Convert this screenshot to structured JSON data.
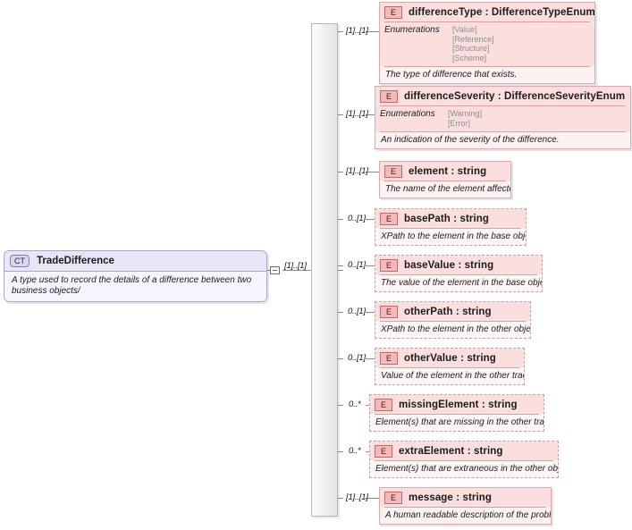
{
  "diagram": {
    "kind": "xsd-schema-diagram",
    "root": {
      "icon_label": "CT",
      "icon_name": "complex-type-icon",
      "name": "TradeDifference",
      "documentation": "A type used to record the details of a difference between two business objects/",
      "cardinality": "[1]..[1]"
    },
    "compositor": {
      "type": "sequence",
      "icon_name": "sequence-compositor-icon"
    },
    "children": [
      {
        "icon_label": "E",
        "name": "differenceType : DifferenceTypeEnum",
        "cardinality": "[1]..[1]",
        "optional": false,
        "enumerations_label": "Enumerations",
        "enumerations": [
          "[Value]",
          "[Reference]",
          "[Structure]",
          "[Scheme]"
        ],
        "documentation": "The type of difference that exists."
      },
      {
        "icon_label": "E",
        "name": "differenceSeverity : DifferenceSeverityEnum",
        "cardinality": "[1]..[1]",
        "optional": false,
        "enumerations_label": "Enumerations",
        "enumerations": [
          "[Warning]",
          "[Error]"
        ],
        "documentation": "An indication of the severity of the difference."
      },
      {
        "icon_label": "E",
        "name": "element  : string",
        "cardinality": "[1]..[1]",
        "optional": false,
        "enumerations": [],
        "documentation": "The name of the element affected."
      },
      {
        "icon_label": "E",
        "name": "basePath : string",
        "cardinality": "0..[1]",
        "optional": true,
        "enumerations": [],
        "documentation": "XPath to the element in the base object."
      },
      {
        "icon_label": "E",
        "name": "baseValue : string",
        "cardinality": "0..[1]",
        "optional": true,
        "enumerations": [],
        "documentation": "The value of the element in the base object."
      },
      {
        "icon_label": "E",
        "name": "otherPath : string",
        "cardinality": "0..[1]",
        "optional": true,
        "enumerations": [],
        "documentation": "XPath to the element in the other object."
      },
      {
        "icon_label": "E",
        "name": "otherValue : string",
        "cardinality": "0..[1]",
        "optional": true,
        "enumerations": [],
        "documentation": "Value of the element in the other trade."
      },
      {
        "icon_label": "E",
        "name": "missingElement : string",
        "cardinality": "0..*",
        "optional": true,
        "enumerations": [],
        "documentation": "Element(s) that are missing in the other trade."
      },
      {
        "icon_label": "E",
        "name": "extraElement : string",
        "cardinality": "0..*",
        "optional": true,
        "enumerations": [],
        "documentation": "Element(s) that are extraneous in the other object."
      },
      {
        "icon_label": "E",
        "name": "message : string",
        "cardinality": "[1]..[1]",
        "optional": false,
        "enumerations": [],
        "documentation": "A human readable description of the problem."
      }
    ]
  },
  "colors": {
    "element_fill": "#fdeeee",
    "element_header": "#fbdede",
    "element_border": "#e0a9a9",
    "complex_type_fill": "#f2f1fb",
    "complex_type_border": "#a9a9c9",
    "line": "#7a7a7a"
  }
}
